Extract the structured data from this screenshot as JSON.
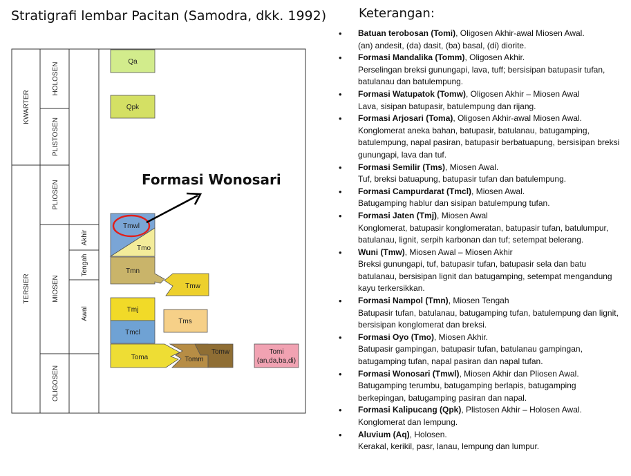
{
  "title": "Stratigrafi lembar Pacitan (Samodra, dkk. 1992)",
  "annotation": "Formasi Wonosari",
  "legend_title": "Keterangan:",
  "periods": [
    "KWARTER",
    "TERSIER"
  ],
  "epochs": [
    "HOLOSEN",
    "PLISTOSEN",
    "PLIOSEN",
    "MIOSEN",
    "OLIGOSEN"
  ],
  "subepochs": [
    "Akhir",
    "Tengah",
    "Awal"
  ],
  "units": {
    "qa": "Qa",
    "qpk": "Qpk",
    "tmwl": "Tmwl",
    "tmo": "Tmo",
    "tmn": "Tmn",
    "tmw": "Tmw",
    "tmj": "Tmj",
    "tms": "Tms",
    "tmcl": "Tmcl",
    "toma": "Toma",
    "tomm": "Tomm",
    "tomw": "Tomw",
    "tomi": "Tomi",
    "tomi_sub": "(an,da,ba,di)"
  },
  "colors": {
    "qa": "#d2ec8c",
    "qpk": "#d4e064",
    "tmwl": "#7aa5d6",
    "tmo": "#f3ec9a",
    "tmn": "#c9b46a",
    "tmw": "#edd02c",
    "tmj": "#f1da28",
    "tms": "#f6d088",
    "tmcl": "#6fa2d4",
    "toma": "#eedd34",
    "tomm": "#b78d45",
    "tomw": "#8f6e34",
    "tomi": "#f1a2b2",
    "highlight": "#e0201c"
  },
  "legend": [
    {
      "name": "Batuan terobosan (Tomi)",
      "rest": ", Oligosen Akhir-awal Miosen Awal.",
      "lines": [
        "(an) andesit, (da) dasit, (ba) basal, (di) diorite."
      ]
    },
    {
      "name": "Formasi Mandalika (Tomm)",
      "rest": ", Oligosen Akhir.",
      "lines": [
        "Perselingan breksi gunungapi, lava, tuff; bersisipan batupasir tufan, batulanau dan batulempung."
      ]
    },
    {
      "name": "Formasi Watupatok (Tomw)",
      "rest": ", Oligosen Akhir – Miosen Awal",
      "lines": [
        "Lava, sisipan batupasir, batulempung dan rijang."
      ]
    },
    {
      "name": "Formasi Arjosari (Toma)",
      "rest": ", Oligosen Akhir-awal Miosen Awal.",
      "lines": [
        "Konglomerat aneka bahan, batupasir, batulanau, batugamping, batulempung, napal pasiran, batupasir berbatuapung, bersisipan breksi gunungapi, lava dan tuf."
      ]
    },
    {
      "name": "Formasi Semilir (Tms)",
      "rest": ", Miosen Awal.",
      "lines": [
        "Tuf, breksi batuapung, batupasir tufan dan batulempung."
      ]
    },
    {
      "name": "Formasi Campurdarat (Tmcl)",
      "rest": ", Miosen Awal.",
      "lines": [
        "Batugamping hablur dan sisipan batulempung tufan."
      ]
    },
    {
      "name": "Formasi Jaten (Tmj)",
      "rest": ", Miosen Awal",
      "lines": [
        "Konglomerat, batupasir konglomeratan, batupasir tufan, batulumpur, batulanau, lignit, serpih karbonan dan tuf; setempat belerang."
      ]
    },
    {
      "name": "Wuni (Tmw)",
      "rest": ", Miosen Awal – Miosen Akhir",
      "lines": [
        "Breksi gunungapi, tuf, batupasir tufan, batupasir sela dan batu batulanau, bersisipan lignit dan batugamping, setempat mengandung kayu terkersikkan."
      ]
    },
    {
      "name": "Formasi Nampol (Tmn)",
      "rest": ", Miosen Tengah",
      "lines": [
        "Batupasir tufan, batulanau, batugamping tufan, batulempung dan lignit, bersisipan konglomerat dan breksi."
      ]
    },
    {
      "name": "Formasi Oyo (Tmo)",
      "rest": ", Miosen Akhir.",
      "lines": [
        "Batupasir gampingan, batupasir tufan, batulanau gampingan, batugamping tufan, napal pasiran dan napal tufan."
      ]
    },
    {
      "name": "Formasi Wonosari (Tmwl)",
      "rest": ", Miosen Akhir dan Pliosen Awal.",
      "lines": [
        "Batugamping terumbu, batugamping berlapis, batugamping berkepingan, batugamping pasiran dan napal."
      ]
    },
    {
      "name": "Formasi Kalipucang (Qpk)",
      "rest": ", Plistosen Akhir – Holosen Awal.",
      "lines": [
        " Konglomerat dan lempung."
      ]
    },
    {
      "name": "Aluvium (Aq)",
      "rest": ", Holosen.",
      "lines": [
        "Kerakal, kerikil, pasr, lanau, lempung dan lumpur."
      ]
    }
  ]
}
